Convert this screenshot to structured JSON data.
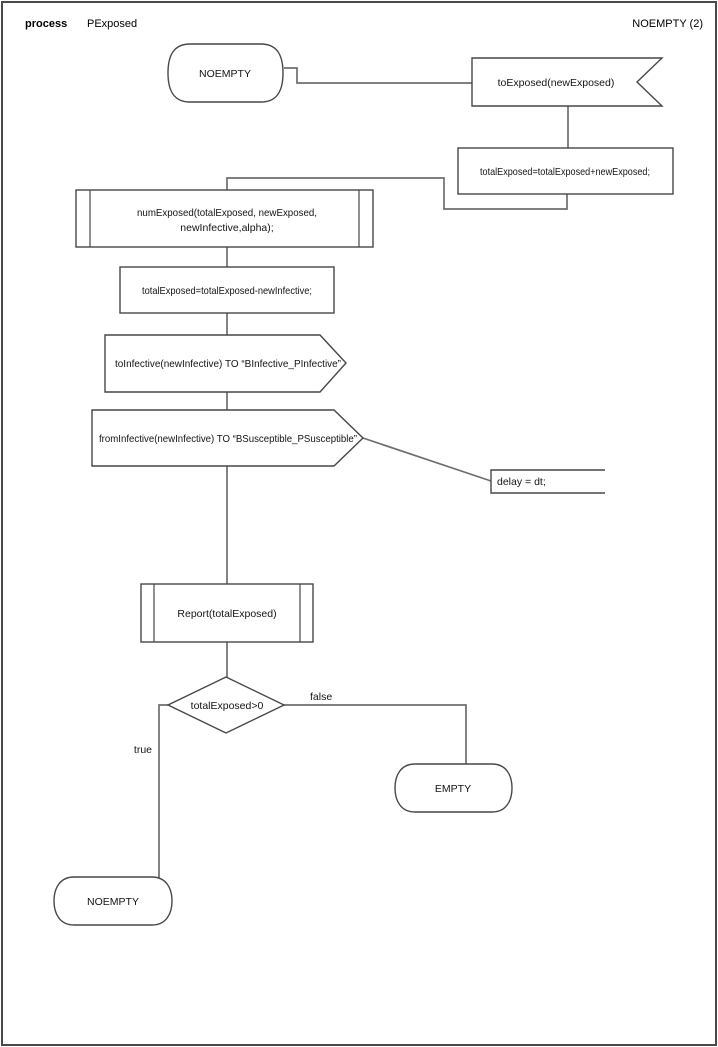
{
  "header": {
    "kind_label": "process",
    "process_name": "PExposed",
    "page_label": "NOEMPTY (2)"
  },
  "flow": {
    "start_state": "NOEMPTY",
    "input_signal": "toExposed(newExposed)",
    "task_add": "totalExposed=totalExposed+newExposed;",
    "proc_num_exposed_line1": "numExposed(totalExposed, newExposed,",
    "proc_num_exposed_line2": "newInfective,alpha);",
    "output_to_infective": "toInfective(newInfective) TO “BInfective_PInfective”",
    "output_from_infective": "fromInfective(newInfective) TO “BSusceptible_PSusceptible”",
    "task_sub": "totalExposed=totalExposed-newInfective;",
    "comment_delay": "delay = dt;",
    "proc_report": "Report(totalExposed)",
    "decision": "totalExposed>0",
    "label_true": "true",
    "label_false": "false",
    "state_empty": "EMPTY",
    "state_noempty": "NOEMPTY"
  },
  "colors": {
    "shape_stroke": "#474747",
    "connector_stroke": "#6e6e6e",
    "text": "#141414",
    "background": "#ffffff"
  }
}
